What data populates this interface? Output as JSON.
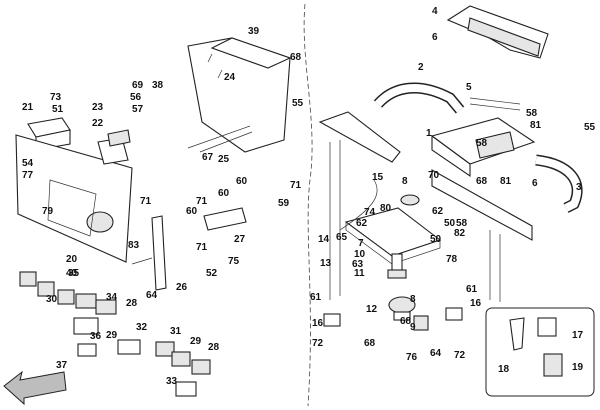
{
  "diagram": {
    "callouts": [
      "1",
      "2",
      "3",
      "4",
      "5",
      "6",
      "6",
      "7",
      "8",
      "8",
      "9",
      "10",
      "11",
      "12",
      "13",
      "14",
      "15",
      "16",
      "16",
      "17",
      "18",
      "19",
      "20",
      "21",
      "22",
      "23",
      "24",
      "25",
      "26",
      "27",
      "28",
      "28",
      "29",
      "29",
      "30",
      "31",
      "32",
      "33",
      "34",
      "35",
      "36",
      "37",
      "38",
      "39",
      "40",
      "50",
      "50",
      "51",
      "52",
      "54",
      "55",
      "55",
      "56",
      "57",
      "58",
      "58",
      "58",
      "59",
      "60",
      "60",
      "60",
      "61",
      "61",
      "62",
      "62",
      "63",
      "64",
      "64",
      "65",
      "67",
      "68",
      "68",
      "68",
      "68",
      "69",
      "70",
      "71",
      "71",
      "71",
      "71",
      "72",
      "72",
      "73",
      "74",
      "75",
      "76",
      "77",
      "78",
      "79",
      "80",
      "81",
      "81",
      "82",
      "83"
    ]
  }
}
